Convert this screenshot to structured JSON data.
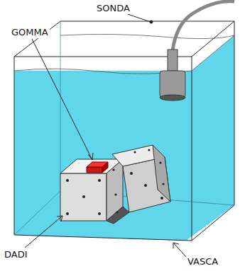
{
  "diagram": {
    "labels": [
      "SONDA",
      "GOMMA",
      "DADI",
      "VASCA"
    ]
  }
}
